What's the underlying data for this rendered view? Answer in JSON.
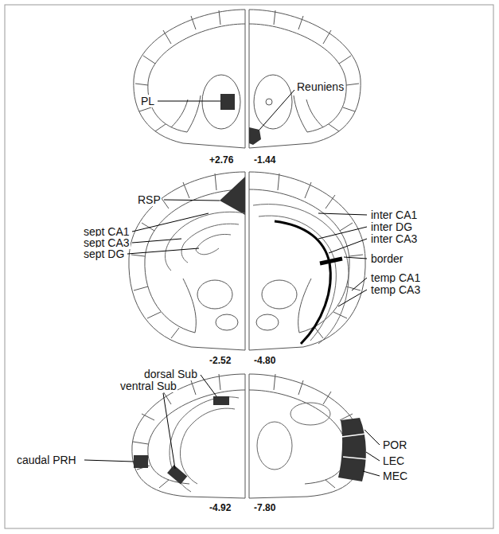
{
  "diagram": {
    "labels": [
      "PL",
      "Reuniens",
      "+2.76",
      "-1.44",
      "RSP",
      "sept CA1",
      "sept CA3",
      "sept DG",
      "inter CA1",
      "inter DG",
      "inter CA3",
      "border",
      "temp CA1",
      "temp CA3",
      "-2.52",
      "-4.80",
      "dorsal Sub",
      "ventral Sub",
      "caudal PRH",
      "POR",
      "LEC",
      "MEC",
      "-4.92",
      "-7.80"
    ]
  }
}
